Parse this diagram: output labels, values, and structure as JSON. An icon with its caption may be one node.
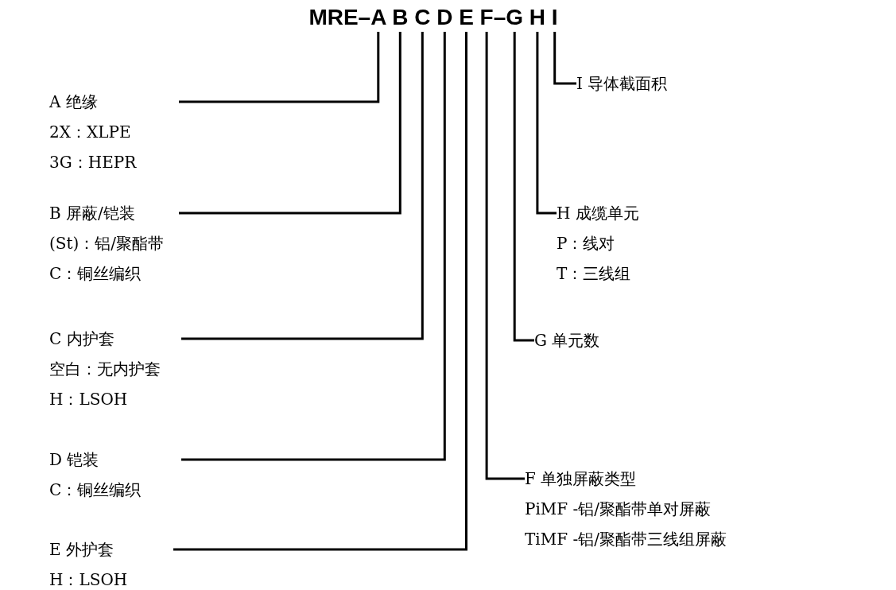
{
  "diagram": {
    "nodes": [
      {
        "text": [
          "MRE–A B C D E F–G H I"
        ]
      },
      {
        "text": [
          "A 绝缘",
          "2X：XLPE",
          "3G：HEPR"
        ]
      },
      {
        "text": [
          "B 屏蔽/铠装",
          "(St)：铝/聚酯带",
          "C：铜丝编织"
        ]
      },
      {
        "text": [
          "C 内护套",
          "空白：无内护套",
          "H：LSOH"
        ]
      },
      {
        "text": [
          "D 铠装",
          "C：铜丝编织"
        ]
      },
      {
        "text": [
          "E 外护套",
          "H：LSOH"
        ]
      },
      {
        "text": [
          "I 导体截面积"
        ]
      },
      {
        "text": [
          "H 成缆单元",
          "P：线对",
          "T：三线组"
        ]
      },
      {
        "text": [
          "G 单元数"
        ]
      },
      {
        "text": [
          "F 单独屏蔽类型",
          "PiMF -铝/聚酯带单对屏蔽",
          "TiMF -铝/聚酯带三线组屏蔽"
        ]
      }
    ],
    "edges": [
      {
        "from": 1,
        "to": 0,
        "arrow": "none"
      },
      {
        "from": 2,
        "to": 0,
        "arrow": "none"
      },
      {
        "from": 3,
        "to": 0,
        "arrow": "none"
      },
      {
        "from": 4,
        "to": 0,
        "arrow": "none"
      },
      {
        "from": 5,
        "to": 0,
        "arrow": "none"
      },
      {
        "from": 6,
        "to": 0,
        "arrow": "none"
      },
      {
        "from": 7,
        "to": 0,
        "arrow": "none"
      },
      {
        "from": 8,
        "to": 0,
        "arrow": "none"
      },
      {
        "from": 9,
        "to": 0,
        "arrow": "none"
      }
    ]
  }
}
